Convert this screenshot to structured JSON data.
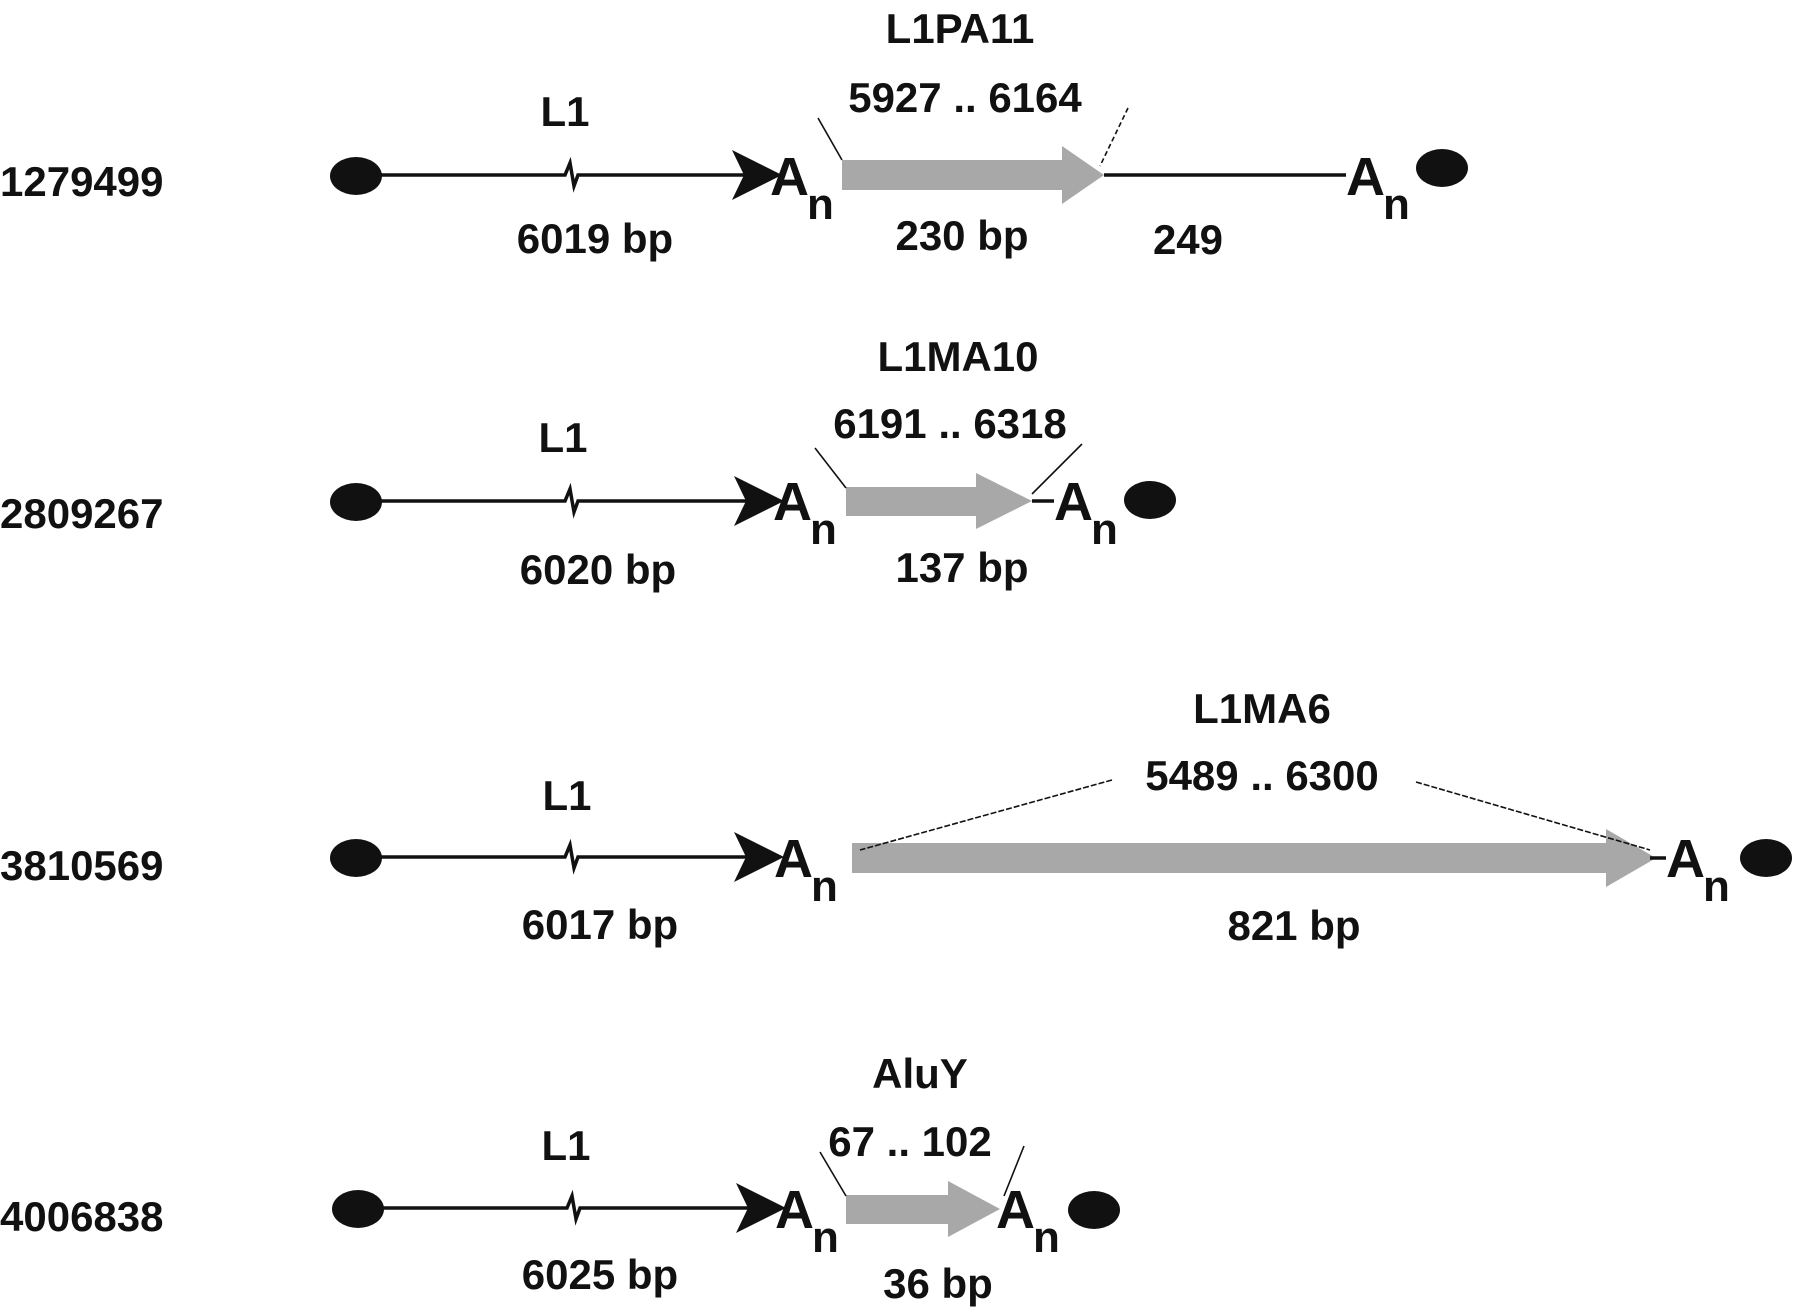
{
  "colors": {
    "line": "#111111",
    "insert_arrow": "#a8a8a8",
    "background": "#ffffff"
  },
  "an_label": {
    "base": "A",
    "subscript": "n"
  },
  "rows": [
    {
      "id": "1279499",
      "l1_label": "L1",
      "l1_length": "6019 bp",
      "insert_name": "L1PA11",
      "insert_range": "5927 .. 6164",
      "insert_length": "230 bp",
      "trailing_length": "249"
    },
    {
      "id": "2809267",
      "l1_label": "L1",
      "l1_length": "6020 bp",
      "insert_name": "L1MA10",
      "insert_range": "6191 .. 6318",
      "insert_length": "137 bp"
    },
    {
      "id": "3810569",
      "l1_label": "L1",
      "l1_length": "6017 bp",
      "insert_name": "L1MA6",
      "insert_range": "5489 .. 6300",
      "insert_length": "821 bp"
    },
    {
      "id": "4006838",
      "l1_label": "L1",
      "l1_length": "6025 bp",
      "insert_name": "AluY",
      "insert_range": "67 .. 102",
      "insert_length": "36 bp"
    }
  ]
}
